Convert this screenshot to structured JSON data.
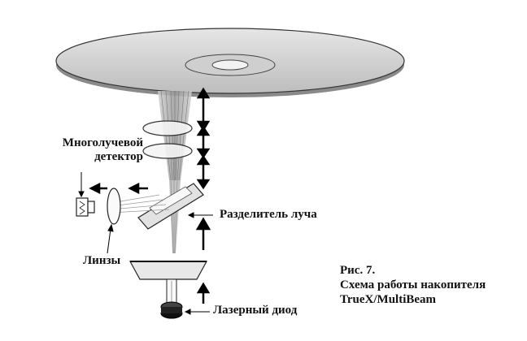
{
  "labels": {
    "detector_line1": "Многолучевой",
    "detector_line2": "детектор",
    "splitter": "Разделитель луча",
    "lenses": "Линзы",
    "diode": "Лазерный диод"
  },
  "caption": {
    "line1": "Рис. 7.",
    "line2": "Схема работы накопителя",
    "line3": "TrueX/MultiBeam"
  }
}
